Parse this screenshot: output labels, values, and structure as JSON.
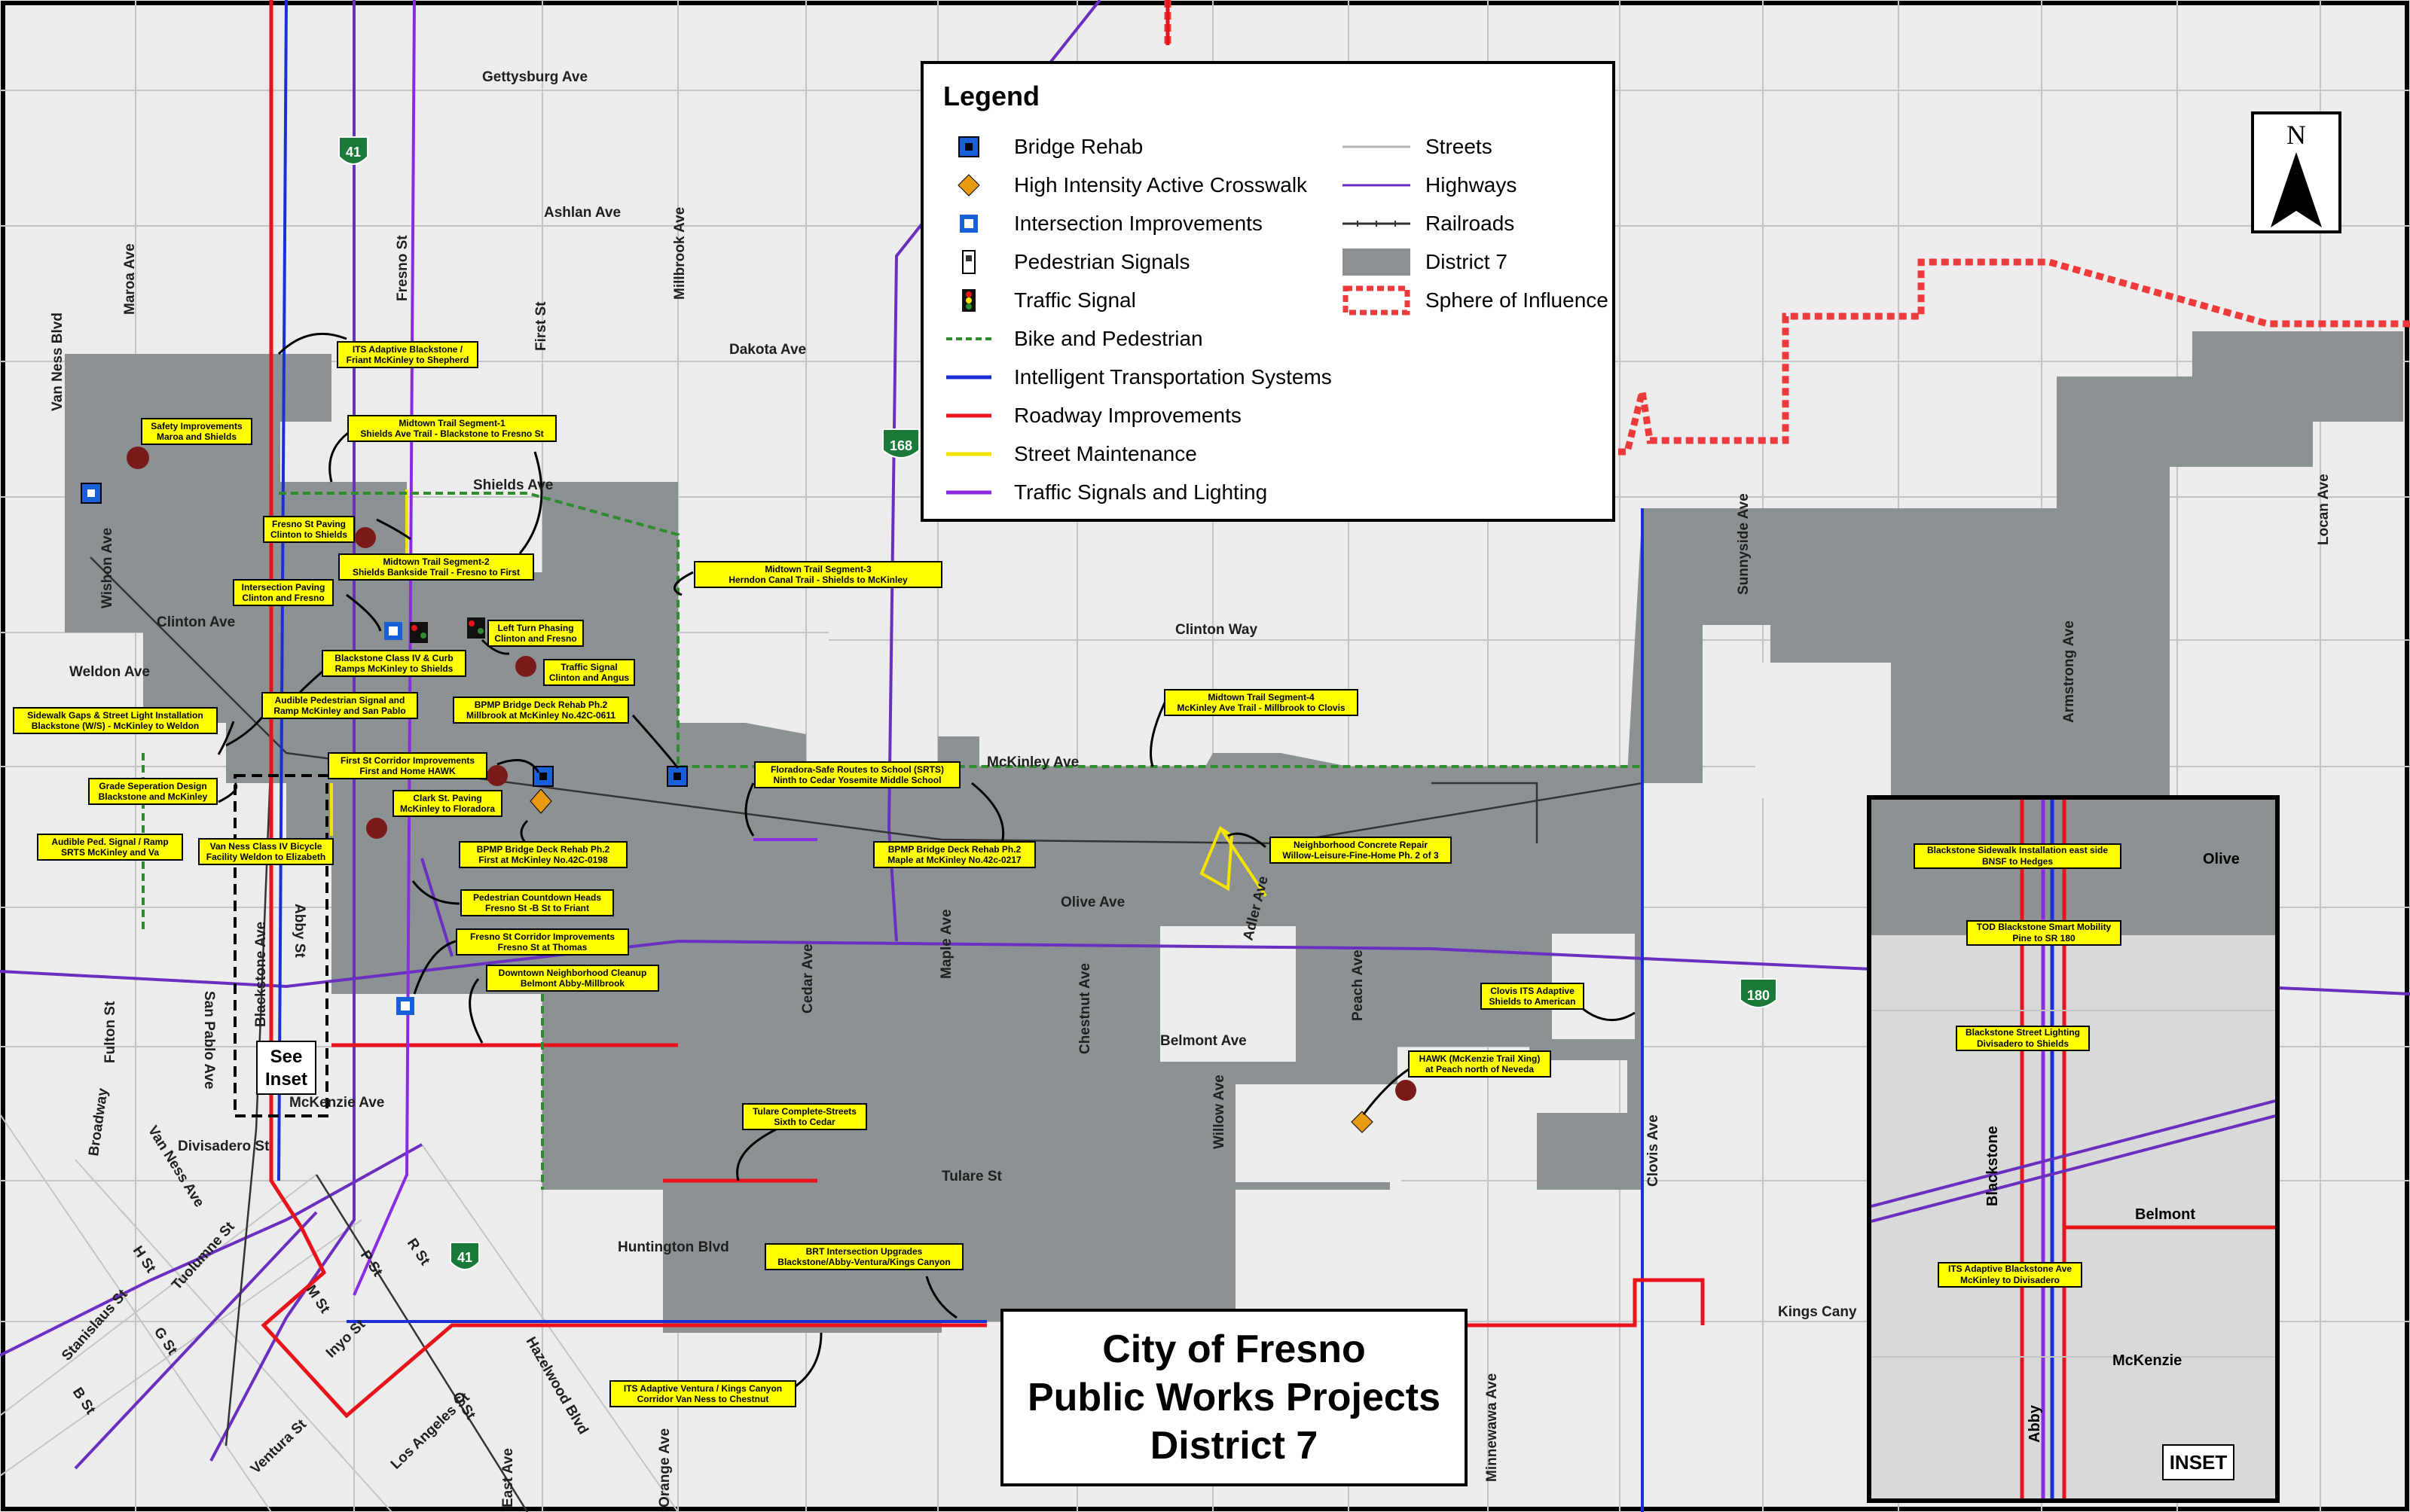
{
  "legend": {
    "title": "Legend",
    "left_items": [
      {
        "label": "Bridge Rehab",
        "symbol": "bridge-rehab-icon"
      },
      {
        "label": "High Intensity Active Crosswalk",
        "symbol": "crosswalk-icon"
      },
      {
        "label": "Intersection Improvements",
        "symbol": "intersection-icon"
      },
      {
        "label": "Pedestrian Signals",
        "symbol": "pedestrian-signal-icon"
      },
      {
        "label": "Traffic Signal",
        "symbol": "traffic-signal-icon"
      },
      {
        "label": "Bike and Pedestrian",
        "symbol": "bike-ped-line",
        "color": "#2e8b2e"
      },
      {
        "label": "Intelligent Transportation Systems",
        "symbol": "its-line",
        "color": "#1a2fd6"
      },
      {
        "label": "Roadway Improvements",
        "symbol": "roadway-line",
        "color": "#e8141b"
      },
      {
        "label": "Street Maintenance",
        "symbol": "maintenance-line",
        "color": "#f5e400"
      },
      {
        "label": "Traffic Signals and Lighting",
        "symbol": "signals-line",
        "color": "#8a2be2"
      }
    ],
    "right_items": [
      {
        "label": "Streets",
        "symbol": "streets-line",
        "color": "#b5b5b5"
      },
      {
        "label": "Highways",
        "symbol": "highways-line",
        "color": "#6a2fbf"
      },
      {
        "label": "Railroads",
        "symbol": "railroads-line",
        "color": "#333333"
      },
      {
        "label": "District 7",
        "symbol": "district-swatch",
        "color": "#8c9294"
      },
      {
        "label": "Sphere of Influence",
        "symbol": "soi-swatch",
        "color": "#ee3a3a"
      }
    ]
  },
  "title": {
    "line1": "City of Fresno",
    "line2": "Public Works Projects",
    "line3": "District 7"
  },
  "north_label": "N",
  "see_inset": {
    "line1": "See",
    "line2": "Inset"
  },
  "inset_tag": "INSET",
  "highway_shields": [
    "41",
    "168",
    "41",
    "180"
  ],
  "streets": [
    "Gettysburg Ave",
    "Ashlan Ave",
    "Dakota Ave",
    "Shields Ave",
    "Clinton Ave",
    "Clinton Way",
    "Weldon Ave",
    "McKinley Ave",
    "Olive Ave",
    "Belmont Ave",
    "McKenzie Ave",
    "Tulare St",
    "Huntington Blvd",
    "Kings Cany",
    "Divisadero St",
    "Van Ness Blvd",
    "Maroa Ave",
    "Wishon Ave",
    "Fresno St",
    "First St",
    "Millbrook Ave",
    "Cedar Ave",
    "Maple Ave",
    "Chestnut Ave",
    "Adler Ave",
    "Peach Ave",
    "Willow Ave",
    "Clovis Ave",
    "Minnewawa Ave",
    "Sunnyside Ave",
    "Armstrong Ave",
    "Locan Ave",
    "Blackstone Ave",
    "Abby St",
    "San Pablo Ave",
    "Fulton St",
    "Broadway",
    "Van Ness Ave",
    "Tuolumne St",
    "H St",
    "G St",
    "B St",
    "Stanislaus St",
    "M St",
    "P St",
    "R St",
    "Inyo St",
    "O St",
    "Ventura St",
    "Los Angeles St",
    "Hazelwood Blvd",
    "Orange Ave",
    "East Ave"
  ],
  "callouts": [
    {
      "l1": "ITS Adaptive Blackstone /",
      "l2": "Friant McKinley to Shepherd"
    },
    {
      "l1": "Safety Improvements",
      "l2": "Maroa and Shields"
    },
    {
      "l1": "Midtown Trail Segment-1",
      "l2": "Shields Ave Trail - Blackstone to Fresno St"
    },
    {
      "l1": "Fresno St Paving",
      "l2": "Clinton to Shields"
    },
    {
      "l1": "Midtown Trail Segment-2",
      "l2": "Shields Bankside Trail - Fresno to First"
    },
    {
      "l1": "Intersection Paving",
      "l2": "Clinton and Fresno"
    },
    {
      "l1": "Midtown Trail Segment-3",
      "l2": "Herndon Canal Trail - Shields to McKinley"
    },
    {
      "l1": "Left Turn Phasing",
      "l2": "Clinton and Fresno"
    },
    {
      "l1": "Traffic Signal",
      "l2": "Clinton and Angus"
    },
    {
      "l1": "Blackstone Class IV & Curb",
      "l2": "Ramps McKinley to Shields"
    },
    {
      "l1": "Audible Pedestrian Signal and",
      "l2": "Ramp McKinley and San Pablo"
    },
    {
      "l1": "Sidewalk Gaps & Street Light Installation",
      "l2": "Blackstone (W/S) - McKinley to Weldon"
    },
    {
      "l1": "BPMP Bridge Deck Rehab Ph.2",
      "l2": "Millbrook at McKinley No.42C-0611"
    },
    {
      "l1": "Midtown Trail Segment-4",
      "l2": "McKinley Ave Trail - Millbrook to Clovis"
    },
    {
      "l1": "First St Corridor Improvements",
      "l2": "First and Home HAWK"
    },
    {
      "l1": "Grade Seperation Design",
      "l2": "Blackstone and McKinley"
    },
    {
      "l1": "Clark St. Paving",
      "l2": "McKinley to Floradora"
    },
    {
      "l1": "Floradora-Safe Routes to School (SRTS)",
      "l2": "Ninth to Cedar Yosemite Middle School"
    },
    {
      "l1": "Audible Ped. Signal / Ramp",
      "l2": "SRTS McKinley and Va"
    },
    {
      "l1": "Van Ness Class IV Bicycle",
      "l2": "Facility Weldon to Elizabeth"
    },
    {
      "l1": "BPMP Bridge Deck Rehab Ph.2",
      "l2": "First at McKinley No.42C-0198"
    },
    {
      "l1": "BPMP Bridge Deck Rehab Ph.2",
      "l2": "Maple at McKinley No.42c-0217"
    },
    {
      "l1": "Neighborhood Concrete Repair",
      "l2": "Willow-Leisure-Fine-Home Ph. 2 of 3"
    },
    {
      "l1": "Pedestrian Countdown Heads",
      "l2": "Fresno St -B St to Friant"
    },
    {
      "l1": "Fresno St Corridor Improvements",
      "l2": "Fresno St at Thomas"
    },
    {
      "l1": "Downtown Neighborhood Cleanup",
      "l2": "Belmont Abby-Millbrook"
    },
    {
      "l1": "Clovis ITS Adaptive",
      "l2": "Shields to American"
    },
    {
      "l1": "HAWK (McKenzie Trail Xing)",
      "l2": "at Peach north of Neveda"
    },
    {
      "l1": "Tulare Complete-Streets",
      "l2": "Sixth to Cedar"
    },
    {
      "l1": "BRT Intersection Upgrades",
      "l2": "Blackstone/Abby-Ventura/Kings Canyon"
    },
    {
      "l1": "ITS Adaptive Ventura / Kings Canyon",
      "l2": "Corridor Van Ness to Chestnut"
    }
  ],
  "inset_callouts": [
    {
      "l1": "Blackstone Sidewalk Installation east side",
      "l2": "BNSF to Hedges"
    },
    {
      "l1": "TOD Blackstone Smart Mobility",
      "l2": "Pine to SR 180"
    },
    {
      "l1": "Blackstone Street Lighting",
      "l2": "Divisadero to Shields"
    },
    {
      "l1": "ITS Adaptive Blackstone Ave",
      "l2": "McKinley to Divisadero"
    }
  ],
  "inset_streets": [
    "Olive",
    "Belmont",
    "McKenzie",
    "Blackstone",
    "Abby"
  ]
}
